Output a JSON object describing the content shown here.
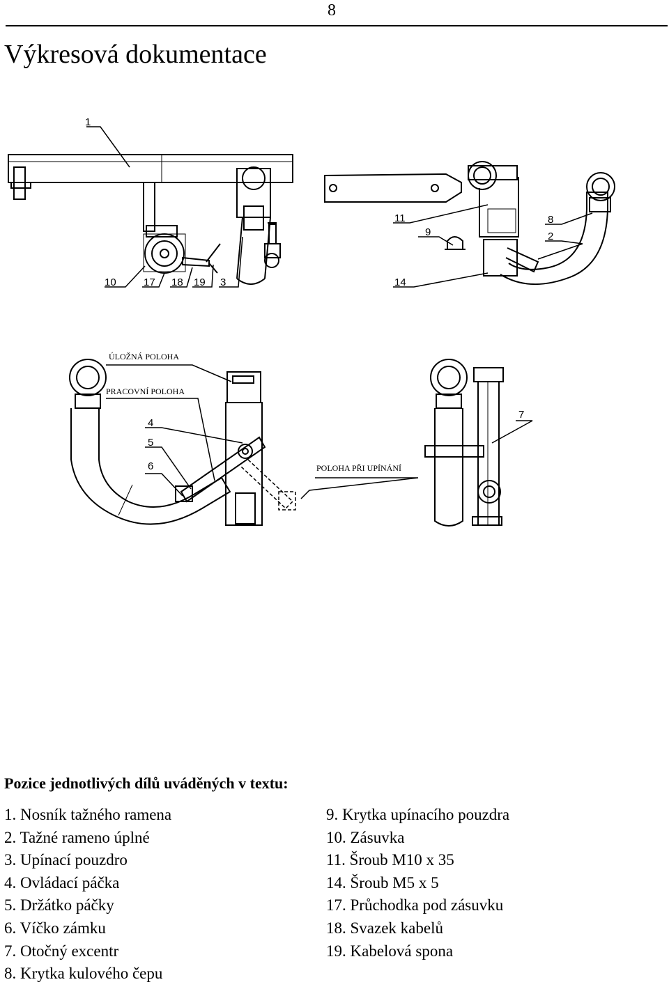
{
  "page": {
    "number": "8",
    "title": "Výkresová dokumentace"
  },
  "drawing": {
    "callouts": {
      "c1": "1",
      "c2": "2",
      "c3": "3",
      "c4": "4",
      "c5": "5",
      "c6": "6",
      "c7": "7",
      "c8": "8",
      "c9": "9",
      "c10": "10",
      "c11": "11",
      "c14": "14",
      "c17": "17",
      "c18": "18",
      "c19": "19"
    },
    "positions": {
      "stowed": "ÚLOŽNÁ POLOHA",
      "working": "PRACOVNÍ POLOHA",
      "clamping": "POLOHA PŘI UPÍNÁNÍ"
    }
  },
  "legend": {
    "heading": "Pozice jednotlivých dílů uváděných v textu:",
    "left": [
      "1. Nosník tažného ramena",
      "2. Tažné rameno úplné",
      "3. Upínací pouzdro",
      "4. Ovládací páčka",
      "5. Držátko páčky",
      "6. Víčko zámku",
      "7. Otočný excentr",
      "8. Krytka kulového čepu"
    ],
    "right": [
      "9. Krytka upínacího pouzdra",
      "10. Zásuvka",
      "11. Šroub M10 x 35",
      "14. Šroub M5 x 5",
      "17. Průchodka pod zásuvku",
      "18. Svazek kabelů",
      "19. Kabelová spona"
    ]
  }
}
